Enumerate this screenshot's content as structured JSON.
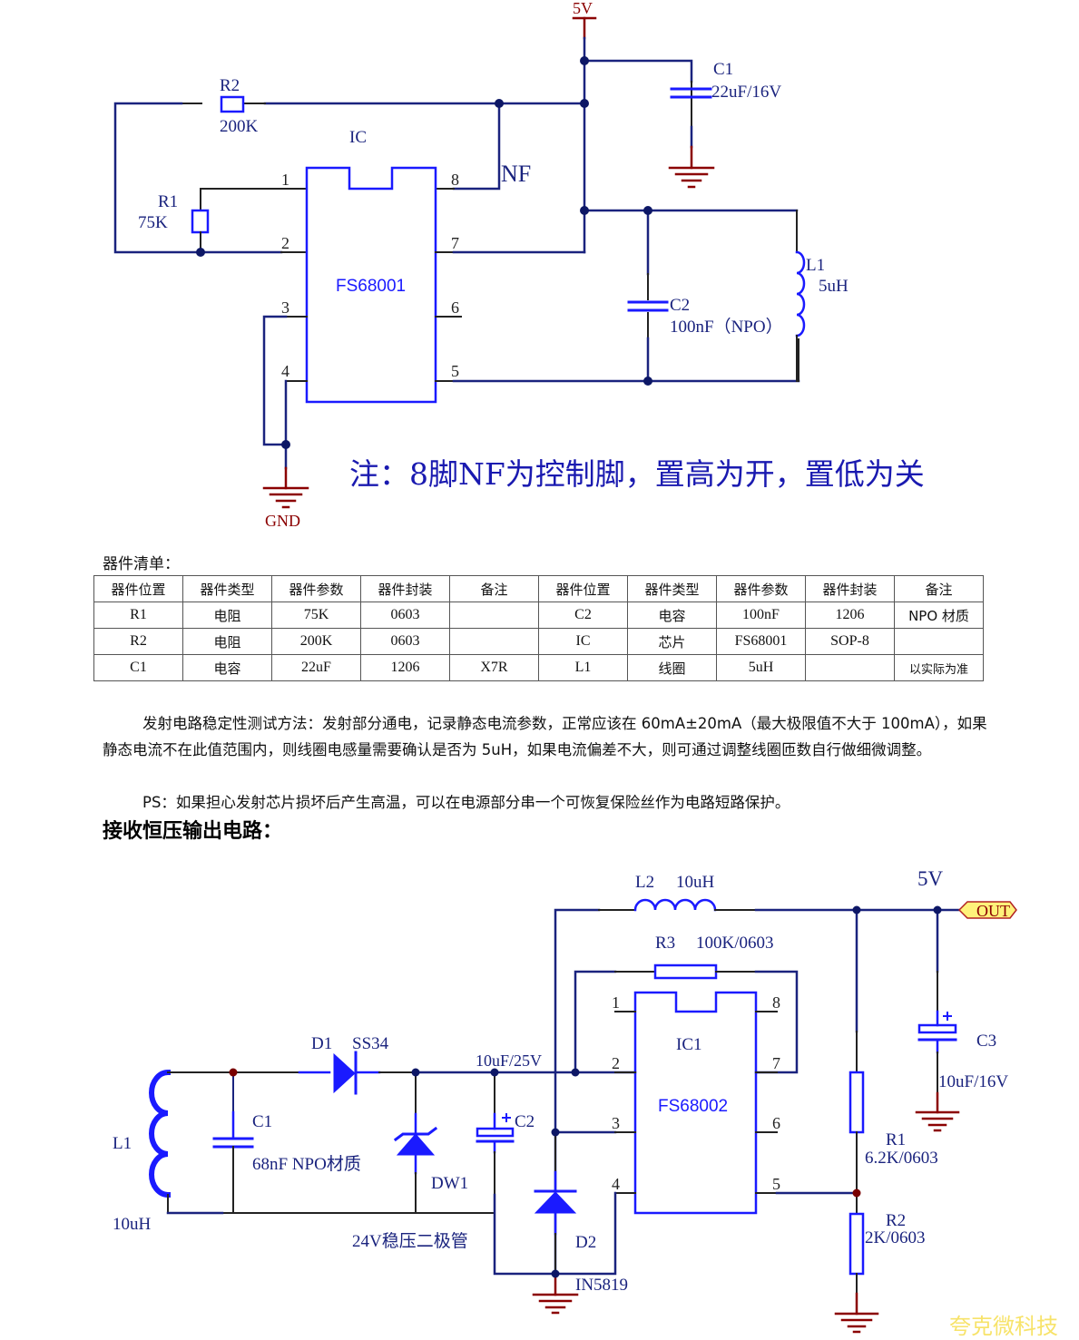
{
  "transmitter": {
    "power_label": "5V",
    "gnd_label": "GND",
    "ic_ref": "IC",
    "ic_part": "FS68001",
    "nf_label": "NF",
    "pins": [
      "1",
      "2",
      "3",
      "4",
      "5",
      "6",
      "7",
      "8"
    ],
    "r1": {
      "ref": "R1",
      "value": "75K"
    },
    "r2": {
      "ref": "R2",
      "value": "200K"
    },
    "c1": {
      "ref": "C1",
      "value": "22uF/16V"
    },
    "c2": {
      "ref": "C2",
      "value": "100nF（NPO）"
    },
    "l1": {
      "ref": "L1",
      "value": "5uH"
    },
    "note": "注：8脚NF为控制脚，置高为开，置低为关"
  },
  "bom": {
    "title": "器件清单：",
    "headers": [
      "器件位置",
      "器件类型",
      "器件参数",
      "器件封装",
      "备注",
      "器件位置",
      "器件类型",
      "器件参数",
      "器件封装",
      "备注"
    ],
    "rows": [
      [
        "R1",
        "电阻",
        "75K",
        "0603",
        "",
        "C2",
        "电容",
        "100nF",
        "1206",
        "NPO 材质"
      ],
      [
        "R2",
        "电阻",
        "200K",
        "0603",
        "",
        "IC",
        "芯片",
        "FS68001",
        "SOP-8",
        ""
      ],
      [
        "C1",
        "电容",
        "22uF",
        "1206",
        "X7R",
        "L1",
        "线圈",
        "5uH",
        "",
        "以实际为准"
      ]
    ]
  },
  "text": {
    "para1": "发射电路稳定性测试方法：发射部分通电，记录静态电流参数，正常应该在 60mA±20mA（最大极限值不大于 100mA），如果静态电流不在此值范围内，则线圈电感量需要确认是否为 5uH，如果电流偏差不大，则可通过调整线圈匝数自行做细微调整。",
    "para2": "PS：如果担心发射芯片损坏后产生高温，可以在电源部分串一个可恢复保险丝作为电路短路保护。",
    "heading": "接收恒压输出电路："
  },
  "receiver": {
    "output_voltage": "5V",
    "out_port": "OUT",
    "ic_ref": "IC1",
    "ic_part": "FS68002",
    "pins": [
      "1",
      "2",
      "3",
      "4",
      "5",
      "6",
      "7",
      "8"
    ],
    "l1": {
      "ref": "L1",
      "value": "10uH"
    },
    "l2": {
      "ref": "L2",
      "value": "10uH"
    },
    "c1": {
      "ref": "C1",
      "value": "68nF NPO材质"
    },
    "c2": {
      "ref": "C2",
      "value": "10uF/25V"
    },
    "c3": {
      "ref": "C3",
      "value": "10uF/16V"
    },
    "d1": {
      "ref": "D1",
      "value": "SS34"
    },
    "d2": {
      "ref": "D2",
      "value": "IN5819"
    },
    "dw1": {
      "ref": "DW1",
      "value": "24V稳压二极管"
    },
    "r1": {
      "ref": "R1",
      "value": "6.2K/0603"
    },
    "r2": {
      "ref": "R2",
      "value": "2K/0603"
    },
    "r3": {
      "ref": "R3",
      "value": "100K/0603"
    }
  },
  "watermark": "夸克微科技",
  "colors": {
    "wire": "#1a237e",
    "component": "#1a1aff",
    "power": "#8b0000",
    "pin": "#222222",
    "out_port_fill": "#fff27a",
    "watermark": "#f7e36a"
  }
}
